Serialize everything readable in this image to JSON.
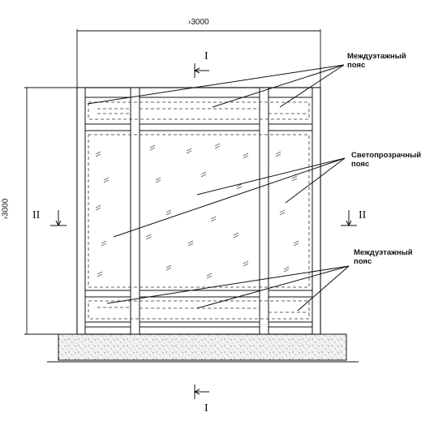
{
  "dimensions": {
    "width": "›3000",
    "height": "›3000"
  },
  "sections": {
    "cut_vertical": "I",
    "cut_horizontal": "II"
  },
  "labels": {
    "floor_band_top": [
      "Междуэтажный",
      "пояс"
    ],
    "glazed_band": [
      "Светопрозрачный",
      "пояс"
    ],
    "floor_band_bottom": [
      "Междуэтажный",
      "пояс"
    ]
  }
}
